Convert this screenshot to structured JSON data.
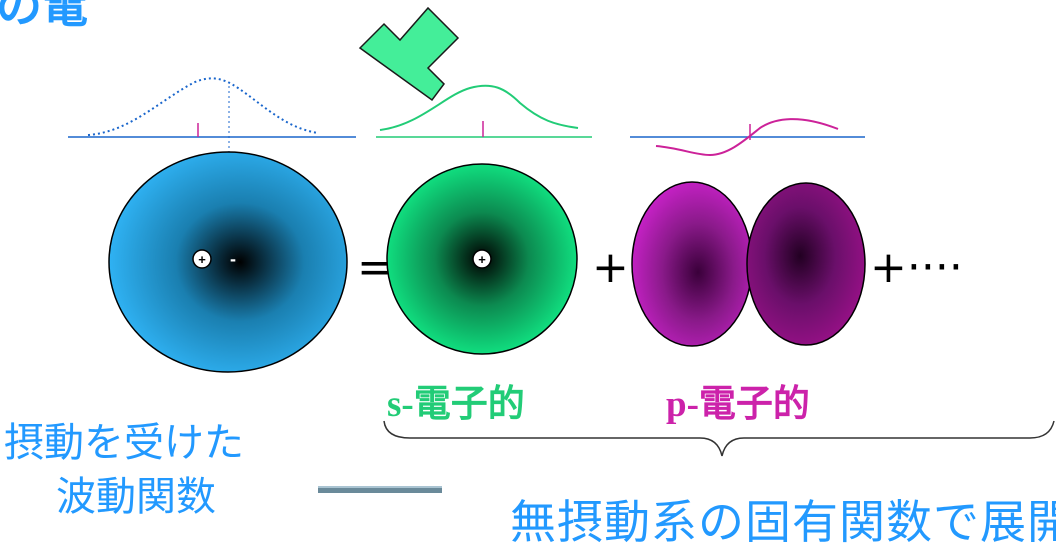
{
  "labels": {
    "s_prefix": "s-",
    "s_suffix": "電子的",
    "p_prefix": "p-",
    "p_suffix": "電子的",
    "perturbed_line1": "摂動を受けた",
    "perturbed_line2": "波動関数",
    "bottom_text": "無摂動系の固有関数で展開",
    "cut_top": "の電"
  },
  "operators": {
    "equals": "=",
    "plus": "+",
    "plus_ellipsis": "+····"
  },
  "charges": {
    "nucleus_sign": "+",
    "electron_sign": "-"
  },
  "colors": {
    "blue_curve": "#1a66cc",
    "green_curve": "#22cc77",
    "magenta_curve": "#cc2299",
    "arrow": "#44ee99",
    "blue_orbital": "#33bbff",
    "green_orbital": "#11ee88",
    "magenta_orbital": "#cc22cc",
    "dark_magenta_orbital": "#991188",
    "text_blue": "#2299ff"
  }
}
